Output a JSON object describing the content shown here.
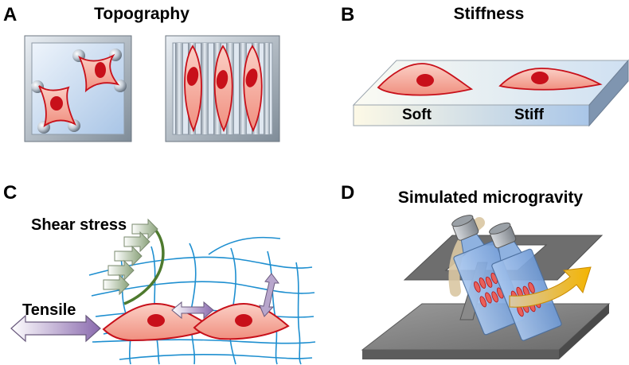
{
  "panels": {
    "a": {
      "letter": "A",
      "title": "Topography"
    },
    "b": {
      "letter": "B",
      "title": "Stiffness",
      "labels": {
        "soft": "Soft",
        "stiff": "Stiff"
      }
    },
    "c": {
      "letter": "C",
      "labels": {
        "shear": "Shear stress",
        "tensile": "Tensile"
      }
    },
    "d": {
      "letter": "D",
      "title": "Simulated microgravity"
    }
  },
  "colors": {
    "cell_fill": "#f4a090",
    "cell_stroke": "#c8101a",
    "nucleus": "#c8101a",
    "substrate_blue": "#bcd4ee",
    "fiber": "#1e8fd0",
    "shear_arc": "#4e7a2e",
    "tensile_arrow": "#9878b8",
    "rotation_arrow": "#f2b21e"
  }
}
